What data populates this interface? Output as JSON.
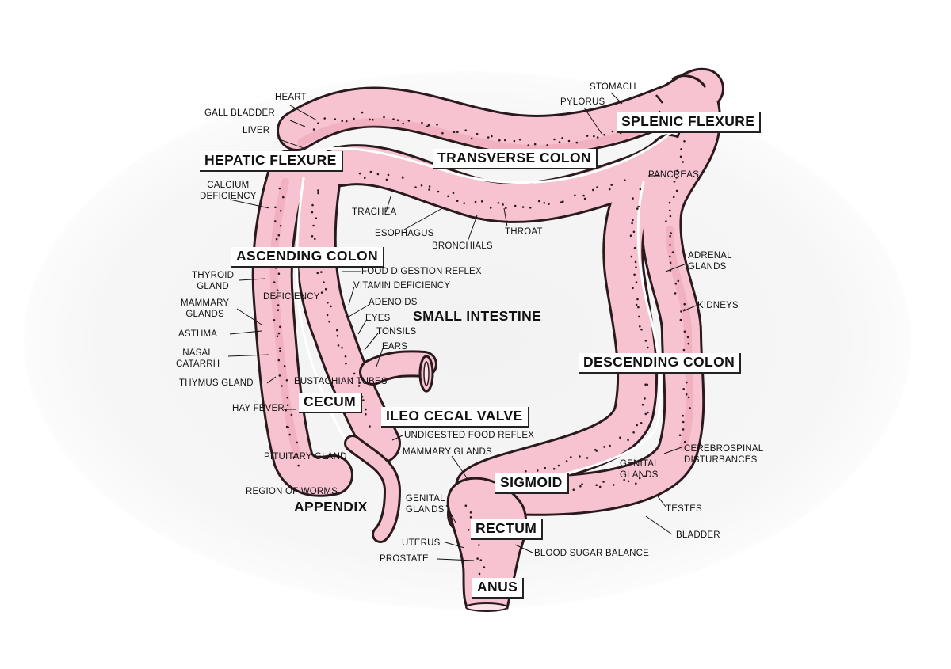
{
  "colors": {
    "tissue": "#f7c3d0",
    "tissue_shadow": "#e89aab",
    "outline": "#2a1a1e",
    "background_glow": "#eeeeee"
  },
  "regions": {
    "hepatic_flexure": "HEPATIC FLEXURE",
    "transverse_colon": "TRANSVERSE COLON",
    "splenic_flexure": "SPLENIC FLEXURE",
    "ascending_colon": "ASCENDING COLON",
    "small_intestine": "SMALL INTESTINE",
    "descending_colon": "DESCENDING COLON",
    "cecum": "CECUM",
    "ileo_cecal_valve": "ILEO CECAL VALVE",
    "appendix": "APPENDIX",
    "sigmoid": "SIGMOID",
    "rectum": "RECTUM",
    "anus": "ANUS"
  },
  "labels": {
    "heart": "HEART",
    "gall_bladder": "GALL BLADDER",
    "liver": "LIVER",
    "stomach": "STOMACH",
    "pylorus": "PYLORUS",
    "pancreas": "PANCREAS",
    "calcium_1": "CALCIUM",
    "calcium_2": "DEFICIENCY",
    "trachea": "TRACHEA",
    "esophagus": "ESOPHAGUS",
    "bronchials": "BRONCHIALS",
    "throat": "THROAT",
    "adrenal_1": "ADRENAL",
    "adrenal_2": "GLANDS",
    "kidneys": "KIDNEYS",
    "food_digestion_reflex": "FOOD DIGESTION REFLEX",
    "vitamin_deficiency": "VITAMIN DEFICIENCY",
    "thyroid_1": "THYROID",
    "thyroid_2": "GLAND",
    "deficiency": "DEFICIENCY",
    "adenoids": "ADENOIDS",
    "eyes": "EYES",
    "mammary_1": "MAMMARY",
    "mammary_2": "GLANDS",
    "tonsils": "TONSILS",
    "asthma": "ASTHMA",
    "ears": "EARS",
    "nasal_1": "NASAL",
    "nasal_2": "CATARRH",
    "thymus_gland": "THYMUS GLAND",
    "eustachian_tubes": "EUSTACHIAN TUBES",
    "hay_fever": "HAY FEVER",
    "undigested_food_reflex": "UNDIGESTED FOOD REFLEX",
    "mammary_glands": "MAMMARY GLANDS",
    "cerebrospinal_1": "CEREBROSPINAL",
    "cerebrospinal_2": "DISTURBANCES",
    "pituitary_gland": "PITUITARY GLAND",
    "genital_r_1": "GENITAL",
    "genital_r_2": "GLANDS",
    "region_of_worms": "REGION OF WORMS",
    "genital_l_1": "GENITAL",
    "genital_l_2": "GLANDS",
    "testes": "TESTES",
    "bladder": "BLADDER",
    "uterus": "UTERUS",
    "blood_sugar_balance": "BLOOD SUGAR BALANCE",
    "prostate": "PROSTATE"
  }
}
